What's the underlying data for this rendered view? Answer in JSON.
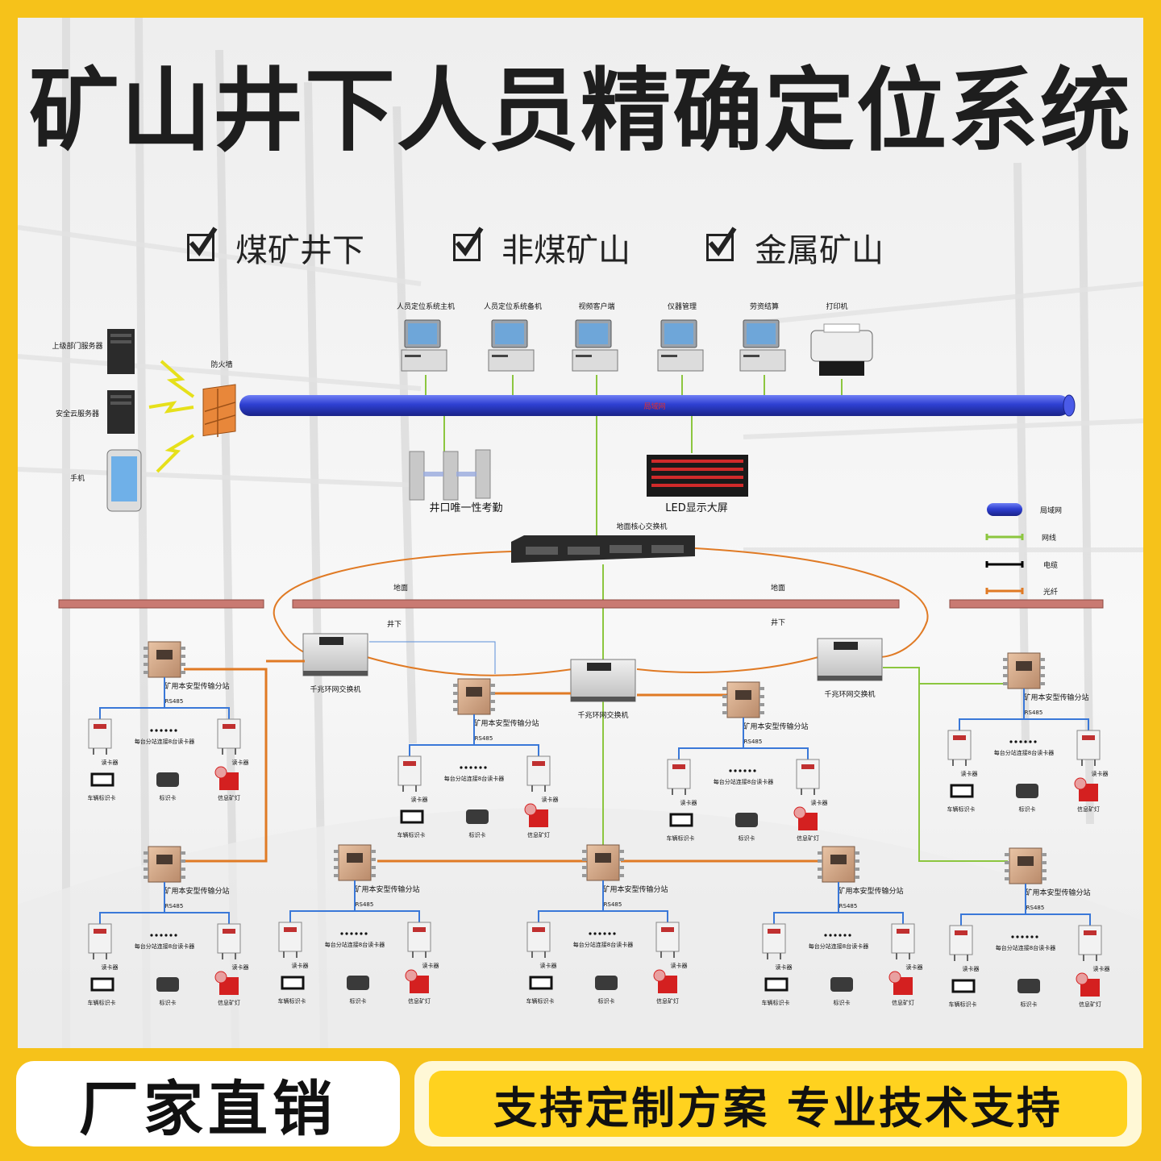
{
  "title": "矿山井下人员精确定位系统",
  "checks": [
    "煤矿井下",
    "非煤矿山",
    "金属矿山"
  ],
  "colors": {
    "frame": "#f6c21a",
    "lan": "#2e3fd1",
    "network": "#8cc63f",
    "cable": "#000000",
    "fiber": "#e07a24",
    "ground": "#c97a72"
  },
  "workstations": [
    "人员定位系统主机",
    "人员定位系统备机",
    "视频客户端",
    "仪器管理",
    "劳资结算",
    "打印机"
  ],
  "external": {
    "server1": "上级部门服务器",
    "server2": "安全云服务器",
    "phone": "手机",
    "firewall": "防火墙"
  },
  "lan_label": "局域网",
  "gate_label": "井口唯一性考勤",
  "led_label": "LED显示大屏",
  "core_switch": "地面核心交换机",
  "surface": "地面",
  "underground": "井下",
  "ring_switch": "千兆环网交换机",
  "legend": [
    "局域网",
    "网线",
    "电缆",
    "光纤"
  ],
  "station": {
    "name": "矿用本安型传输分站",
    "rs485": "RS485",
    "reader_note": "每台分站连接8台读卡器",
    "reader": "读卡器",
    "vehicle_card": "车辆标识卡",
    "id_card": "标识卡",
    "lamp": "信息矿灯"
  },
  "bottom_left": "厂家直销",
  "bottom_right": "支持定制方案 专业技术支持"
}
